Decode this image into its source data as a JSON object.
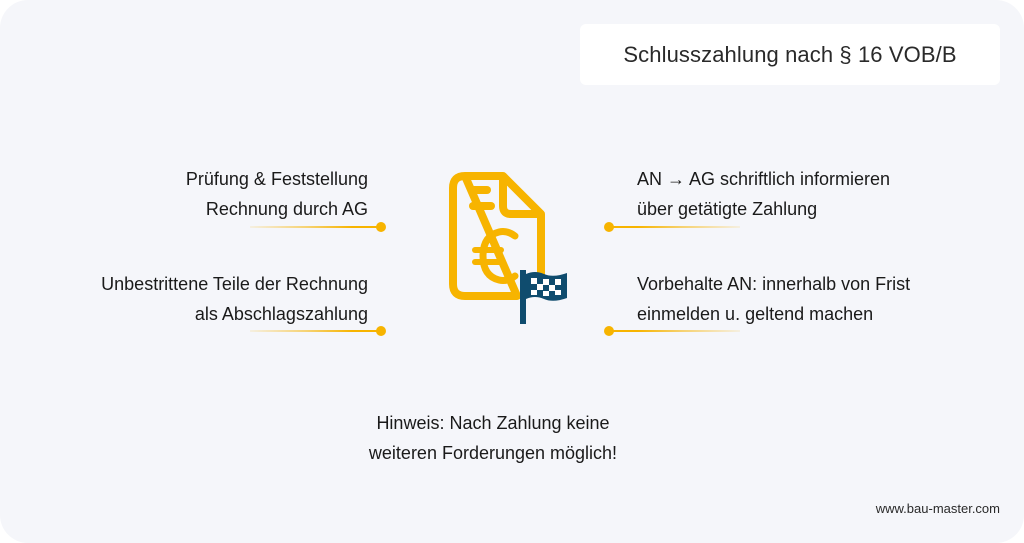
{
  "header": {
    "title": "Schlusszahlung nach § 16 VOB/B"
  },
  "colors": {
    "accent": "#f7b400",
    "flag": "#0f4c6e",
    "background": "#f5f6fa",
    "title_box": "#ffffff"
  },
  "center_icon": {
    "name": "euro-invoice-with-checkered-flag",
    "glyph": "€"
  },
  "items": {
    "left": [
      {
        "line1": "Prüfung & Feststellung",
        "line2": "Rechnung durch AG"
      },
      {
        "line1": "Unbestrittene Teile der Rechnung",
        "line2": "als Abschlagszahlung"
      }
    ],
    "right": [
      {
        "line1": "AN → AG schriftlich informieren",
        "line2": "über getätigte Zahlung"
      },
      {
        "line1": "Vorbehalte AN: innerhalb von Frist",
        "line2": "einmelden u. geltend machen"
      }
    ]
  },
  "note": {
    "line1": "Hinweis: Nach Zahlung keine",
    "line2": "weiteren Forderungen möglich!"
  },
  "footer": {
    "website": "www.bau-master.com"
  }
}
